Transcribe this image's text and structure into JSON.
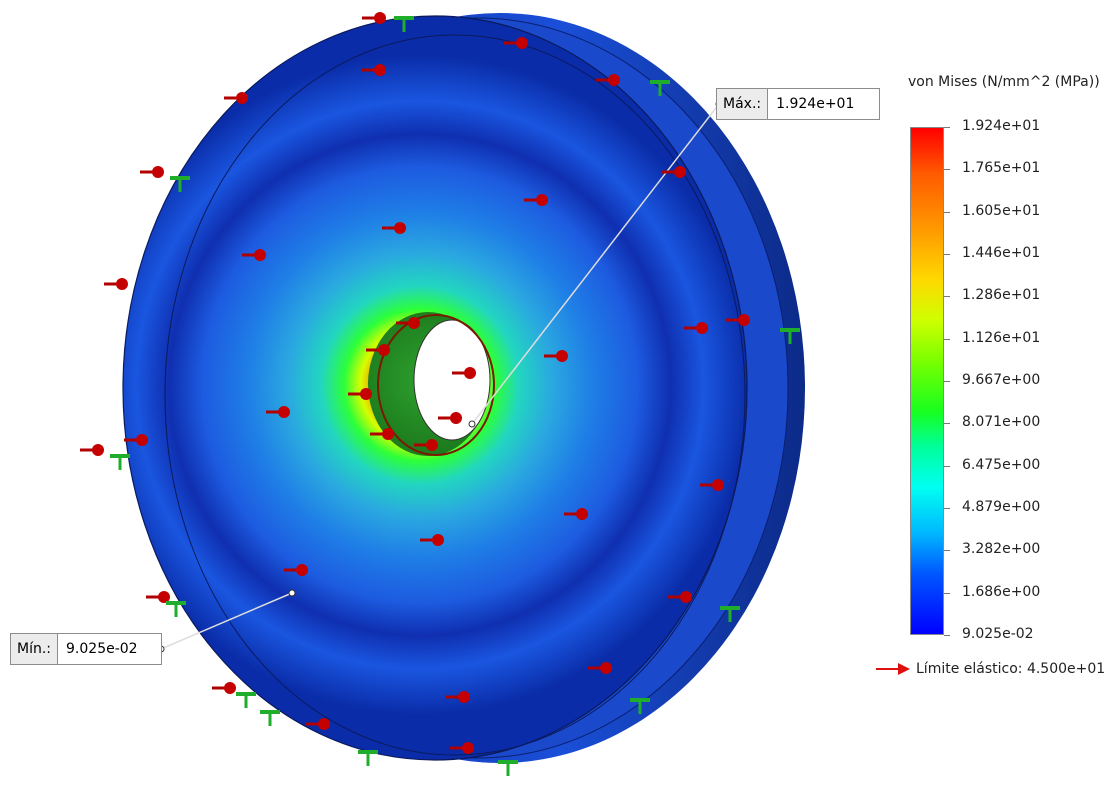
{
  "probes": {
    "max": {
      "label": "Máx.:",
      "value": "1.924e+01"
    },
    "min": {
      "label": "Mín.:",
      "value": "9.025e-02"
    }
  },
  "legend": {
    "title": "von Mises (N/mm^2 (MPa))",
    "ticks": [
      "1.924e+01",
      "1.765e+01",
      "1.605e+01",
      "1.446e+01",
      "1.286e+01",
      "1.126e+01",
      "9.667e+00",
      "8.071e+00",
      "6.475e+00",
      "4.879e+00",
      "3.282e+00",
      "1.686e+00",
      "9.025e-02"
    ],
    "colors": {
      "high": "#ff0000",
      "low": "#0000ff"
    }
  },
  "yield_strength": {
    "text": "Límite elástico: 4.500e+01",
    "color": "#e01010"
  },
  "icons": {
    "pressure_load": "red-pin-arrow-icon",
    "fixture": "green-fixture-icon"
  }
}
